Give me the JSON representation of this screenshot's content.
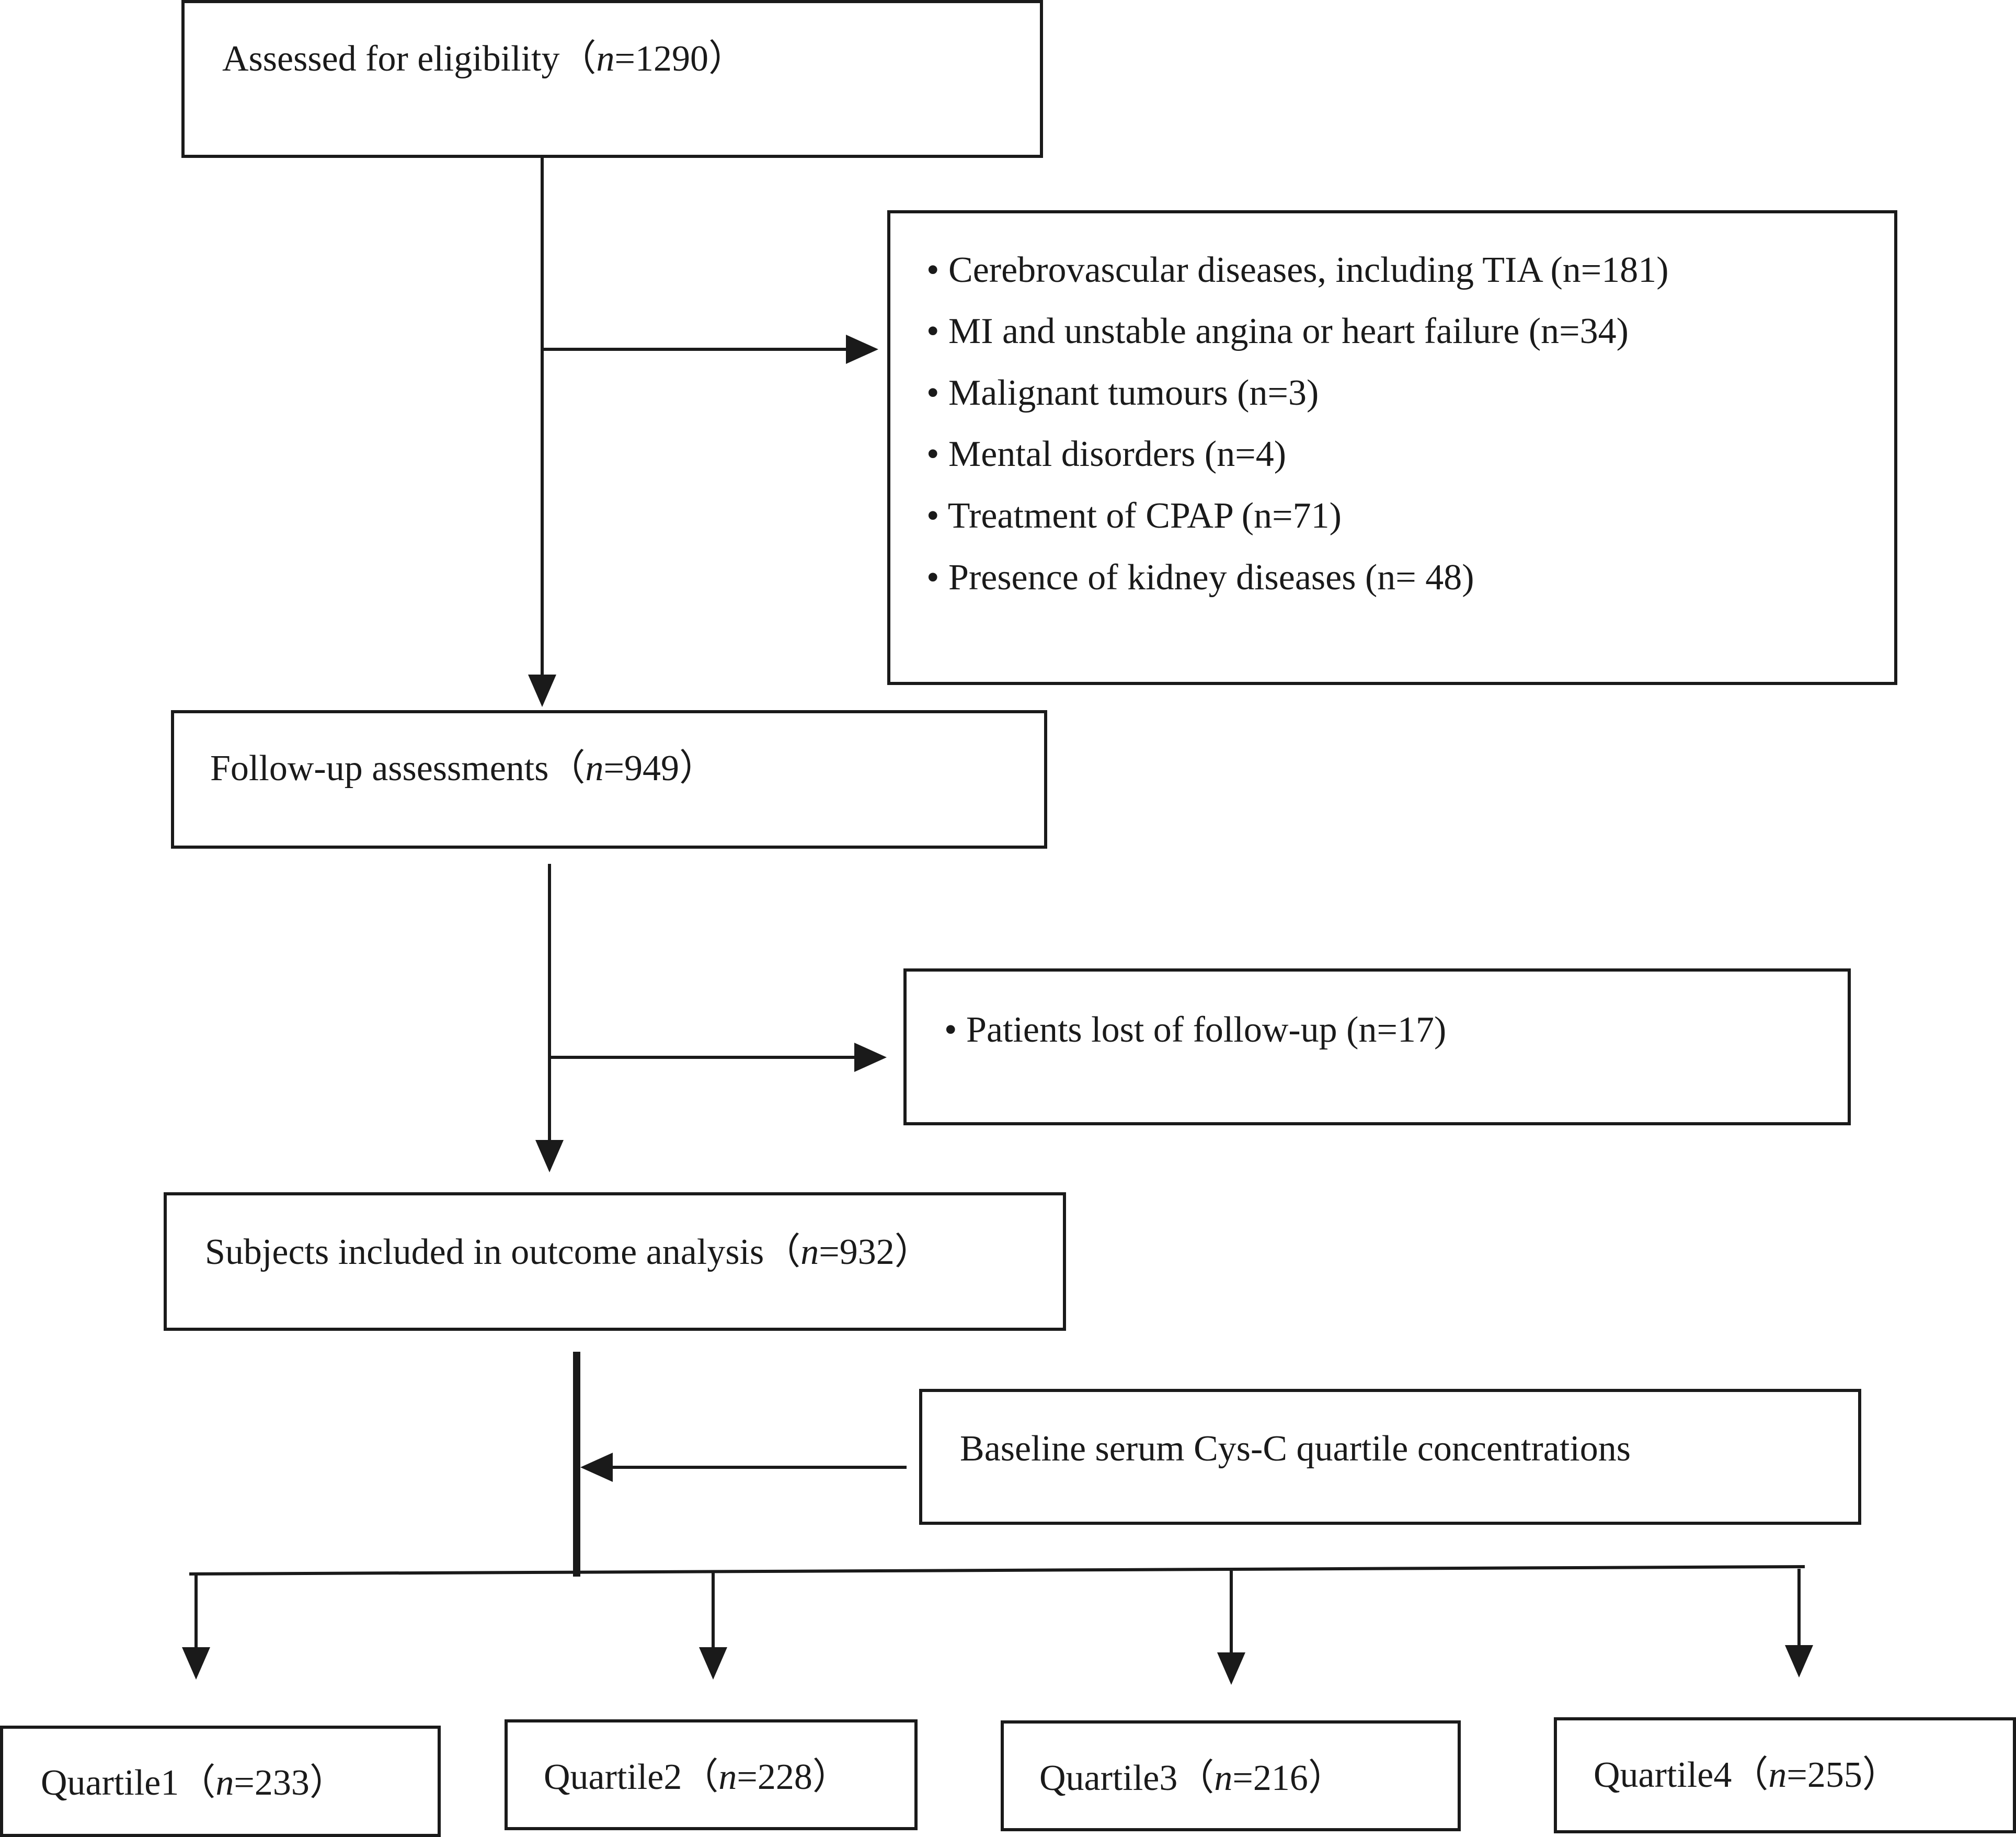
{
  "boxes": {
    "assessed": {
      "label": "Assessed for eligibility（",
      "n_var": "n",
      "n_value": "=1290）"
    },
    "exclusions": {
      "items": [
        "• Cerebrovascular diseases, including TIA (n=181)",
        "• MI and unstable angina or heart failure (n=34)",
        "• Malignant tumours (n=3)",
        "• Mental disorders (n=4)",
        "• Treatment of CPAP (n=71)",
        "• Presence of kidney diseases (n= 48)"
      ]
    },
    "followup": {
      "label": "Follow-up assessments（",
      "n_var": "n",
      "n_value": "=949）"
    },
    "lost": {
      "item": "• Patients lost of follow-up (n=17)"
    },
    "included": {
      "label": "Subjects included in outcome analysis（",
      "n_var": "n",
      "n_value": "=932）"
    },
    "baseline": {
      "label": "Baseline serum Cys-C quartile concentrations"
    },
    "quartiles": [
      {
        "label": "Quartile1（",
        "n_var": "n",
        "n_value": "=233）"
      },
      {
        "label": "Quartile2（",
        "n_var": "n",
        "n_value": "=228）"
      },
      {
        "label": "Quartile3（",
        "n_var": "n",
        "n_value": "=216）"
      },
      {
        "label": "Quartile4（",
        "n_var": "n",
        "n_value": "=255）"
      }
    ]
  }
}
